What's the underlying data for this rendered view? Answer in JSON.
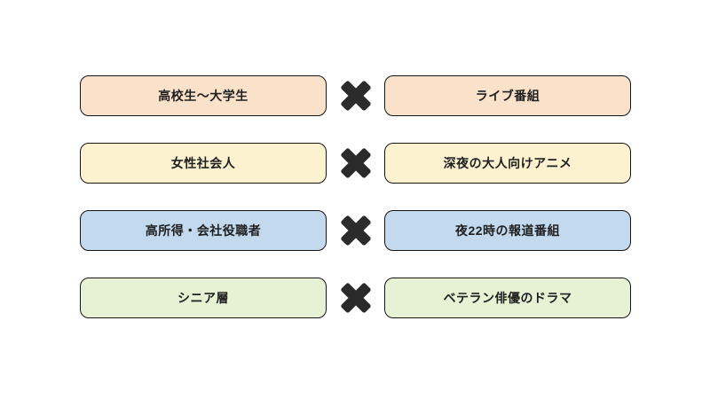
{
  "rows": [
    {
      "audience": "高校生〜大学生",
      "content": "ライブ番組",
      "color": "#FAE1CA"
    },
    {
      "audience": "女性社会人",
      "content": "深夜の大人向けアニメ",
      "color": "#FCF2D0"
    },
    {
      "audience": "高所得・会社役職者",
      "content": "夜22時の報道番組",
      "color": "#C3D9EE"
    },
    {
      "audience": "シニア層",
      "content": "ベテラン俳優のドラマ",
      "color": "#E6F2D3"
    }
  ],
  "operator": {
    "icon": "multiply-icon",
    "glyph": "✖",
    "color": "#2b2b2b"
  },
  "colors": {
    "background": "#ffffff",
    "box_border": "#161616",
    "text": "#1f1f1f"
  }
}
